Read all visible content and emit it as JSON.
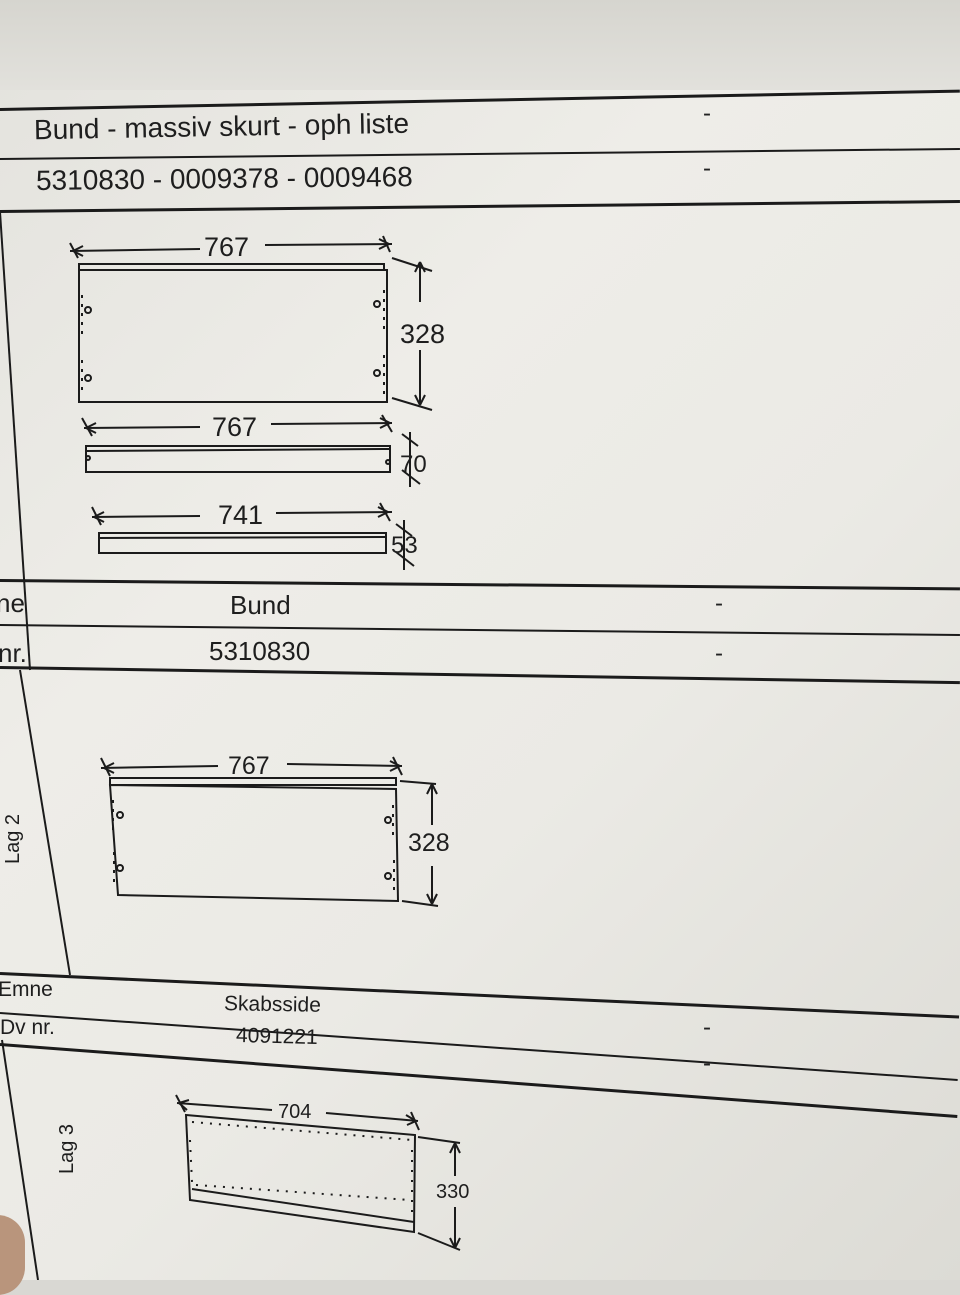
{
  "header": {
    "title": "Bund - massiv skurt - oph liste",
    "part_numbers": "5310830 - 0009378 - 0009468",
    "row1_value": "-",
    "row2_value": "-"
  },
  "drawing1": {
    "panel": {
      "width": "767",
      "height": "328"
    },
    "strip_a": {
      "width": "767",
      "height": "70"
    },
    "strip_b": {
      "width": "741",
      "height": "53"
    }
  },
  "section2": {
    "name_label": "ne",
    "name_value": "Bund",
    "name_extra": "-",
    "nr_label": "nr.",
    "nr_value": "5310830",
    "nr_extra": "-",
    "layer_label": "Lag 2",
    "panel": {
      "width": "767",
      "height": "328"
    }
  },
  "section3": {
    "name_label": "Emne",
    "name_value": "Skabsside",
    "name_extra": "-",
    "nr_label": "Dv nr.",
    "nr_value": "4091221",
    "nr_extra": "-",
    "layer_label": "Lag 3",
    "panel": {
      "width": "704",
      "height": "330"
    }
  }
}
